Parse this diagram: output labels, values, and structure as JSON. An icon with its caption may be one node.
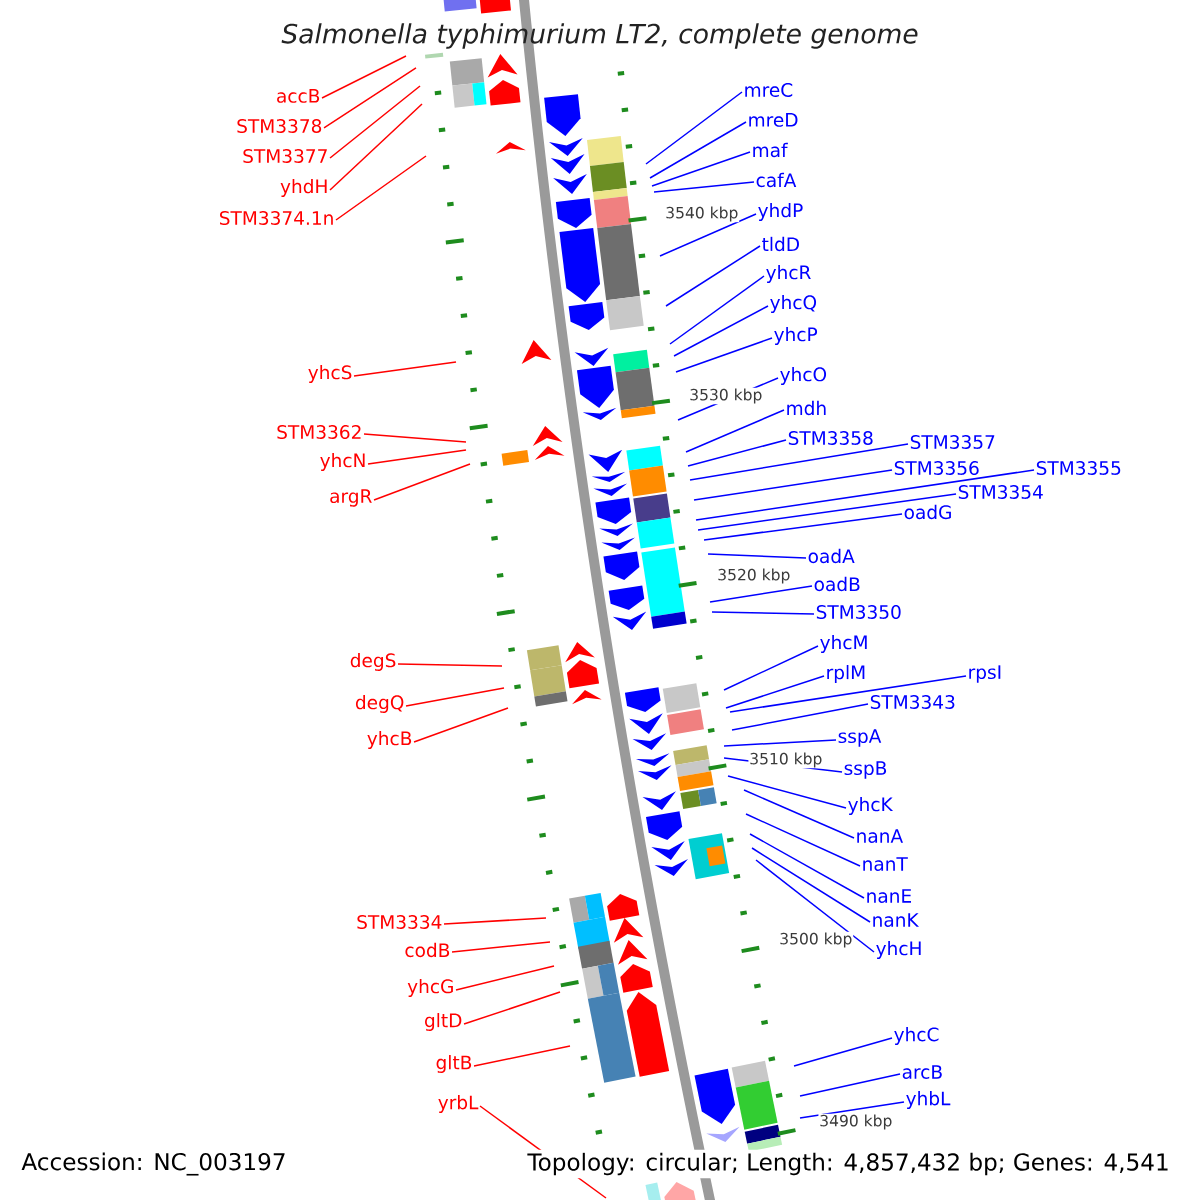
{
  "diagram": {
    "title": "Salmonella typhimurium LT2, complete genome",
    "nodes": [
      {
        "text": [
          "accB"
        ]
      },
      {
        "text": [
          "STM3378"
        ]
      },
      {
        "text": [
          "STM3377"
        ]
      },
      {
        "text": [
          "yhdH"
        ]
      },
      {
        "text": [
          "STM3374.1n"
        ]
      },
      {
        "text": [
          "yhcS"
        ]
      },
      {
        "text": [
          "STM3362"
        ]
      },
      {
        "text": [
          "yhcN"
        ]
      },
      {
        "text": [
          "argR"
        ]
      },
      {
        "text": [
          "degS"
        ]
      },
      {
        "text": [
          "degQ"
        ]
      },
      {
        "text": [
          "yhcB"
        ]
      },
      {
        "text": [
          "STM3334"
        ]
      },
      {
        "text": [
          "codB"
        ]
      },
      {
        "text": [
          "yhcG"
        ]
      },
      {
        "text": [
          "gltD"
        ]
      },
      {
        "text": [
          "gltB"
        ]
      },
      {
        "text": [
          "yrbL"
        ]
      },
      {
        "text": [
          "mreC"
        ]
      },
      {
        "text": [
          "mreD"
        ]
      },
      {
        "text": [
          "maf"
        ]
      },
      {
        "text": [
          "cafA"
        ]
      },
      {
        "text": [
          "yhdP"
        ]
      },
      {
        "text": [
          "tldD"
        ]
      },
      {
        "text": [
          "yhcR"
        ]
      },
      {
        "text": [
          "yhcQ"
        ]
      },
      {
        "text": [
          "yhcP"
        ]
      },
      {
        "text": [
          "yhcO"
        ]
      },
      {
        "text": [
          "mdh"
        ]
      },
      {
        "text": [
          "STM3358"
        ]
      },
      {
        "text": [
          "STM3357"
        ]
      },
      {
        "text": [
          "STM3356"
        ]
      },
      {
        "text": [
          "STM3355"
        ]
      },
      {
        "text": [
          "STM3354"
        ]
      },
      {
        "text": [
          "oadG"
        ]
      },
      {
        "text": [
          "oadA"
        ]
      },
      {
        "text": [
          "oadB"
        ]
      },
      {
        "text": [
          "STM3350"
        ]
      },
      {
        "text": [
          "yhcM"
        ]
      },
      {
        "text": [
          "rplM"
        ]
      },
      {
        "text": [
          "rpsI"
        ]
      },
      {
        "text": [
          "STM3343"
        ]
      },
      {
        "text": [
          "sspA"
        ]
      },
      {
        "text": [
          "sspB"
        ]
      },
      {
        "text": [
          "yhcK"
        ]
      },
      {
        "text": [
          "nanA"
        ]
      },
      {
        "text": [
          "nanT"
        ]
      },
      {
        "text": [
          "nanE"
        ]
      },
      {
        "text": [
          "nanK"
        ]
      },
      {
        "text": [
          "yhcH"
        ]
      },
      {
        "text": [
          "yhcC"
        ]
      },
      {
        "text": [
          "arcB"
        ]
      },
      {
        "text": [
          "yhbL"
        ]
      }
    ],
    "edges": [
      {
        "from": 0,
        "to": null,
        "arrow": "none",
        "color": "#ff0000"
      },
      {
        "from": 1,
        "to": null,
        "arrow": "none",
        "color": "#ff0000"
      },
      {
        "from": 2,
        "to": null,
        "arrow": "none",
        "color": "#ff0000"
      },
      {
        "from": 3,
        "to": null,
        "arrow": "none",
        "color": "#ff0000"
      },
      {
        "from": 4,
        "to": null,
        "arrow": "none",
        "color": "#ff0000"
      },
      {
        "from": 5,
        "to": null,
        "arrow": "none",
        "color": "#ff0000"
      },
      {
        "from": 6,
        "to": null,
        "arrow": "none",
        "color": "#ff0000"
      },
      {
        "from": 7,
        "to": null,
        "arrow": "none",
        "color": "#ff0000"
      },
      {
        "from": 8,
        "to": null,
        "arrow": "none",
        "color": "#ff0000"
      },
      {
        "from": 9,
        "to": null,
        "arrow": "none",
        "color": "#ff0000"
      },
      {
        "from": 10,
        "to": null,
        "arrow": "none",
        "color": "#ff0000"
      },
      {
        "from": 11,
        "to": null,
        "arrow": "none",
        "color": "#ff0000"
      },
      {
        "from": 12,
        "to": null,
        "arrow": "none",
        "color": "#ff0000"
      },
      {
        "from": 13,
        "to": null,
        "arrow": "none",
        "color": "#ff0000"
      },
      {
        "from": 14,
        "to": null,
        "arrow": "none",
        "color": "#ff0000"
      },
      {
        "from": 15,
        "to": null,
        "arrow": "none",
        "color": "#ff0000"
      },
      {
        "from": 16,
        "to": null,
        "arrow": "none",
        "color": "#ff0000"
      },
      {
        "from": 17,
        "to": null,
        "arrow": "none",
        "color": "#ff0000"
      },
      {
        "from": 18,
        "to": null,
        "arrow": "none"
      },
      {
        "from": 19,
        "to": null,
        "arrow": "none"
      },
      {
        "from": 20,
        "to": null,
        "arrow": "none"
      },
      {
        "from": 21,
        "to": null,
        "arrow": "none"
      },
      {
        "from": 22,
        "to": null,
        "arrow": "none"
      },
      {
        "from": 23,
        "to": null,
        "arrow": "none"
      },
      {
        "from": 24,
        "to": null,
        "arrow": "none"
      },
      {
        "from": 25,
        "to": null,
        "arrow": "none"
      },
      {
        "from": 26,
        "to": null,
        "arrow": "none"
      },
      {
        "from": 27,
        "to": null,
        "arrow": "none"
      },
      {
        "from": 28,
        "to": null,
        "arrow": "none"
      },
      {
        "from": 29,
        "to": null,
        "arrow": "none"
      },
      {
        "from": 30,
        "to": null,
        "arrow": "none"
      },
      {
        "from": 31,
        "to": null,
        "arrow": "none"
      },
      {
        "from": 32,
        "to": null,
        "arrow": "none"
      },
      {
        "from": 33,
        "to": null,
        "arrow": "none"
      },
      {
        "from": 34,
        "to": null,
        "arrow": "none"
      },
      {
        "from": 35,
        "to": null,
        "arrow": "none"
      },
      {
        "from": 36,
        "to": null,
        "arrow": "none"
      },
      {
        "from": 37,
        "to": null,
        "arrow": "none"
      },
      {
        "from": 38,
        "to": null,
        "arrow": "none"
      },
      {
        "from": 39,
        "to": null,
        "arrow": "none"
      },
      {
        "from": 40,
        "to": null,
        "arrow": "none"
      },
      {
        "from": 41,
        "to": null,
        "arrow": "none"
      },
      {
        "from": 42,
        "to": null,
        "arrow": "none"
      },
      {
        "from": 43,
        "to": null,
        "arrow": "none"
      },
      {
        "from": 44,
        "to": null,
        "arrow": "none"
      },
      {
        "from": 45,
        "to": null,
        "arrow": "none"
      },
      {
        "from": 46,
        "to": null,
        "arrow": "none"
      },
      {
        "from": 47,
        "to": null,
        "arrow": "none"
      },
      {
        "from": 48,
        "to": null,
        "arrow": "none"
      },
      {
        "from": 49,
        "to": null,
        "arrow": "none"
      },
      {
        "from": 50,
        "to": null,
        "arrow": "none"
      },
      {
        "from": 51,
        "to": null,
        "arrow": "none"
      },
      {
        "from": 52,
        "to": null,
        "arrow": "none"
      }
    ],
    "labels": [
      "3540 kbp",
      "3530 kbp",
      "3520 kbp",
      "3510 kbp",
      "3500 kbp",
      "3490 kbp",
      "Accession: NC_003197",
      "Topology: circular; Length: 4,857,432 bp; Genes: 4,541"
    ]
  }
}
